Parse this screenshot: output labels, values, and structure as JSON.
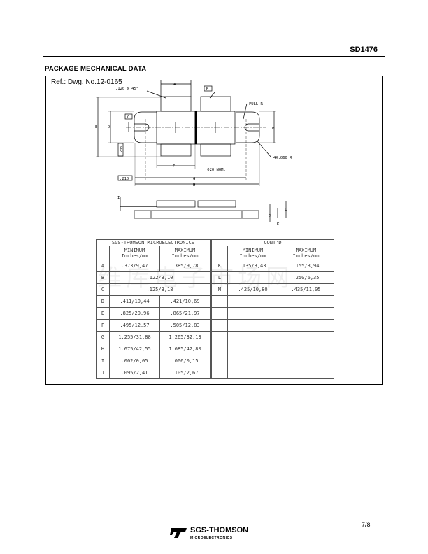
{
  "header": {
    "part_number": "SD1476"
  },
  "section_title": "PACKAGE MECHANICAL DATA",
  "reference": "Ref.: Dwg. No.12-0165",
  "drawing": {
    "labels": {
      "A": "A",
      "B": "B",
      "C": "C",
      "D": "D",
      "E": "E",
      "F": "F",
      "G": "G",
      "H": "H",
      "I": "I",
      "J": "J",
      "K": "K",
      "L": "L",
      "M": "M",
      "chamfer": ".120 x 45°",
      "full_r": "FULL R",
      "radius": "4X.060 R",
      "nom": ".020 NOM.",
      "dim_210": ".210",
      "dim_208": ".208"
    }
  },
  "table": {
    "left_title": "SGS-THOMSON MICROELECTRONICS",
    "right_title": "CONT'D",
    "min_header": "MINIMUM",
    "max_header": "MAXIMUM",
    "units": "Inches/mm",
    "left_rows": [
      {
        "dim": "A",
        "min": ".373/9,47",
        "max": ".385/9,78"
      },
      {
        "dim": "B",
        "span": ".122/3,10"
      },
      {
        "dim": "C",
        "span": ".125/3,18"
      },
      {
        "dim": "D",
        "min": ".411/10,44",
        "max": ".421/10,69"
      },
      {
        "dim": "E",
        "min": ".825/20,96",
        "max": ".865/21,97"
      },
      {
        "dim": "F",
        "min": ".495/12,57",
        "max": ".505/12,83"
      },
      {
        "dim": "G",
        "min": "1.255/31,88",
        "max": "1.265/32,13"
      },
      {
        "dim": "H",
        "min": "1.675/42,55",
        "max": "1.685/42,80"
      },
      {
        "dim": "I",
        "min": ".002/0,05",
        "max": ".006/0,15"
      },
      {
        "dim": "J",
        "min": ".095/2,41",
        "max": ".105/2,67"
      }
    ],
    "right_rows": [
      {
        "dim": "K",
        "min": ".135/3,43",
        "max": ".155/3,94"
      },
      {
        "dim": "L",
        "min": "",
        "max": ".250/6,35"
      },
      {
        "dim": "M",
        "min": ".425/10,80",
        "max": ".435/11,05"
      }
    ]
  },
  "watermark": "维库电子市场网",
  "footer": {
    "brand": "SGS-THOMSON",
    "sub_brand": "MICROELECTRONICS",
    "page": "7/8"
  }
}
